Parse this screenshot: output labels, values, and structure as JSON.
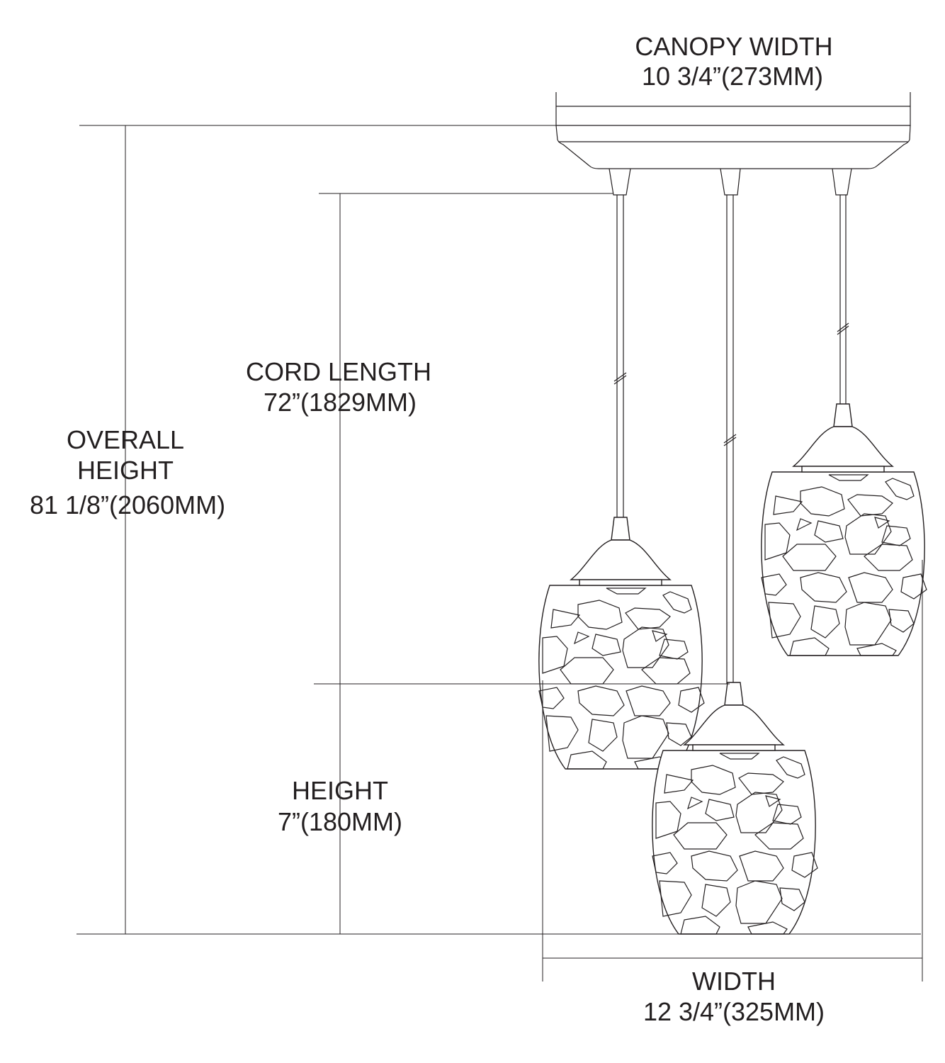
{
  "labels": {
    "canopy_width": {
      "title": "CANOPY WIDTH",
      "value": "10 3/4”(273MM)"
    },
    "cord_length": {
      "title": "CORD LENGTH",
      "value": "72”(1829MM)"
    },
    "overall_height": {
      "title_line1": "OVERALL",
      "title_line2": "HEIGHT",
      "value": "81 1/8”(2060MM)"
    },
    "height": {
      "title": "HEIGHT",
      "value": "7”(180MM)"
    },
    "width": {
      "title": "WIDTH",
      "value": "12 3/4”(325MM)"
    }
  },
  "colors": {
    "line": "#231f20",
    "background": "#ffffff"
  }
}
